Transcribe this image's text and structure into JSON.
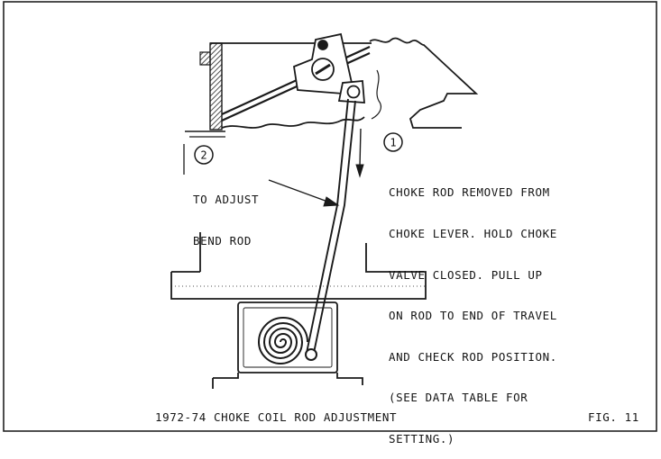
{
  "callout_1": {
    "number": "1",
    "lines": [
      "CHOKE ROD REMOVED FROM",
      "CHOKE LEVER. HOLD CHOKE",
      "VALVE CLOSED. PULL UP",
      "ON ROD TO END OF TRAVEL",
      "AND CHECK ROD POSITION.",
      "(SEE DATA TABLE FOR",
      "SETTING.)"
    ]
  },
  "callout_2": {
    "number": "2",
    "lines": [
      "TO ADJUST",
      "BEND ROD"
    ]
  },
  "caption": {
    "title": "1972-74 CHOKE COIL ROD ADJUSTMENT",
    "figure": "FIG. 11"
  }
}
